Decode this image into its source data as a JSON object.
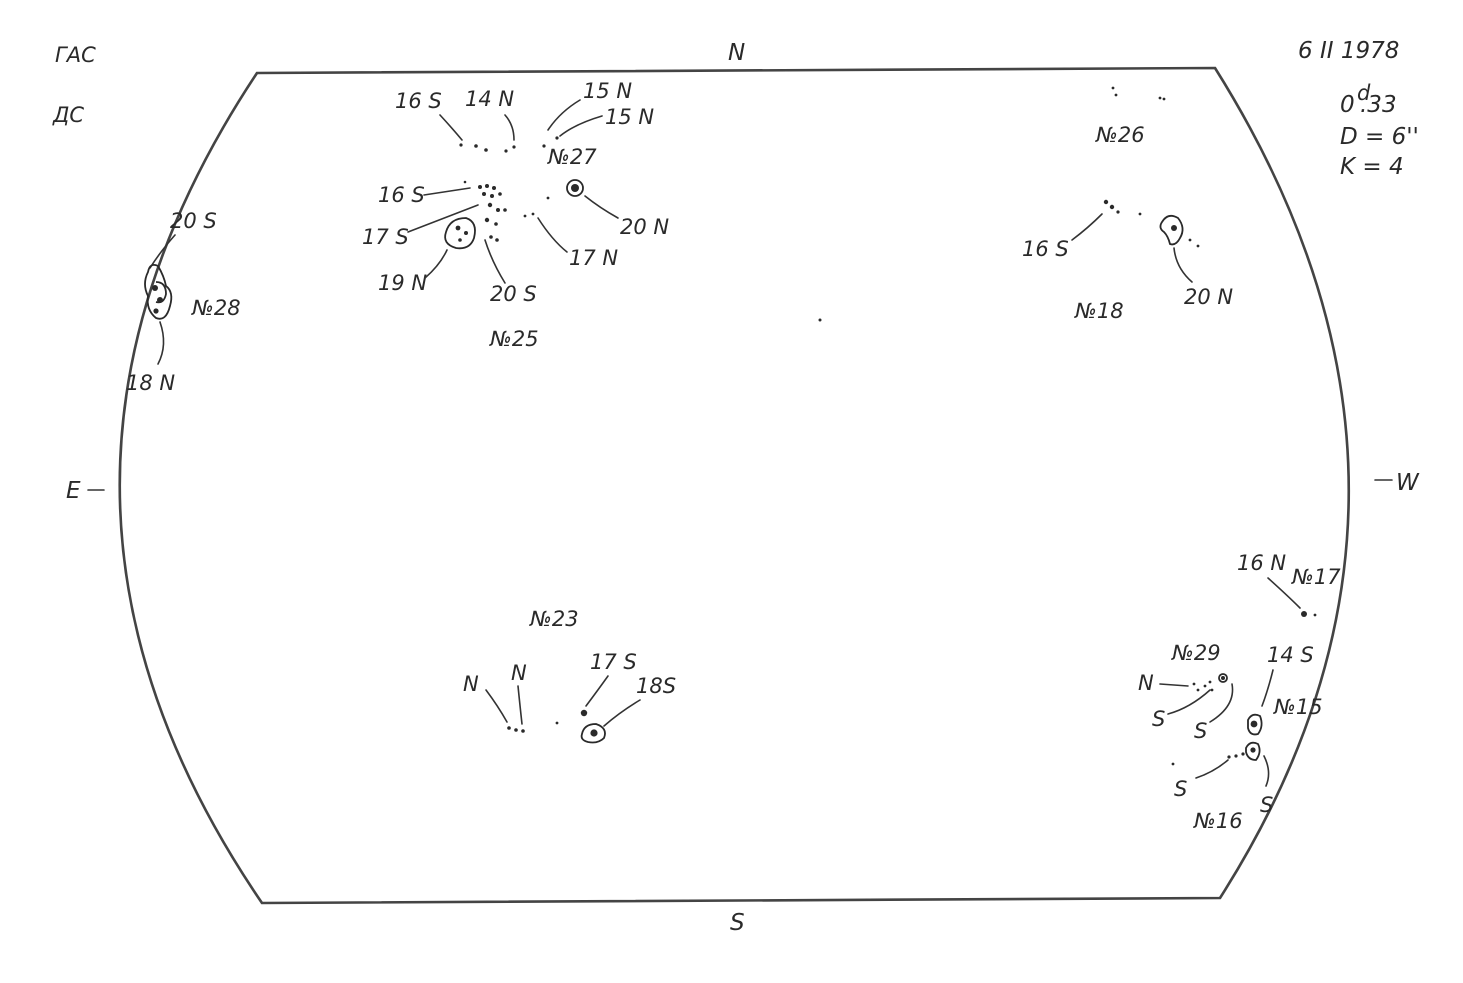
{
  "header": {
    "observatory": "ГАС",
    "observatory2": "ДС",
    "date": "6 II 1978",
    "time_main": "0",
    "time_sup": "d",
    "time_rest": ".33",
    "diameter": "D = 6''",
    "k": "K = 4"
  },
  "compass": {
    "north": "N",
    "south": "S",
    "east": "E",
    "west": "W"
  },
  "groups": {
    "g25": {
      "number": "№25",
      "l_16s_a": "16 S",
      "l_14n": "14 N",
      "l_16s_b": "16 S",
      "l_17s": "17 S",
      "l_19n": "19 N",
      "l_20s": "20 S"
    },
    "g27": {
      "number": "№27",
      "l_15n_a": "15 N",
      "l_15n_b": "15 N",
      "l_20n": "20 N",
      "l_17n": "17 N"
    },
    "g28": {
      "number": "№28",
      "l_20s": "20 S",
      "l_18n": "18 N"
    },
    "g26": {
      "number": "№26"
    },
    "g18": {
      "number": "№18",
      "l_16s": "16 S",
      "l_20n": "20 N"
    },
    "g23": {
      "number": "№23",
      "l_n1": "N",
      "l_n2": "N",
      "l_17s": "17 S",
      "l_18s": "18S"
    },
    "g17": {
      "number": "№17",
      "l_16n": "16 N"
    },
    "g29": {
      "number": "№29",
      "l_n": "N",
      "l_s1": "S",
      "l_s2": "S"
    },
    "g15": {
      "number": "№15",
      "l_14s": "14 S"
    },
    "g16": {
      "number": "№16",
      "l_s1": "S",
      "l_s2": "S"
    }
  }
}
